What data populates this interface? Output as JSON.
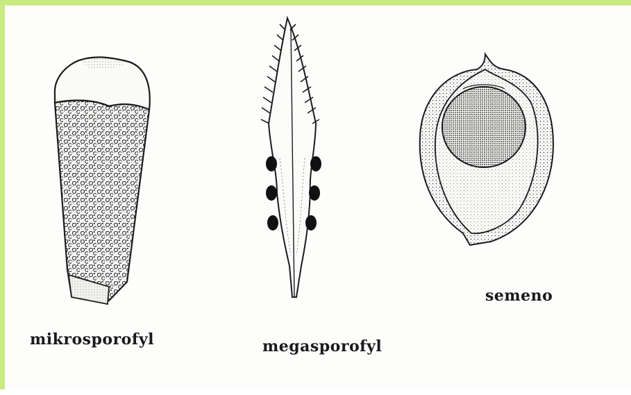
{
  "labels": {
    "microsporophyll": "mikrosporofyl",
    "megasporophyll": "megasporofyl",
    "seed": "semeno"
  },
  "colors": {
    "frame": "#c9ea7f",
    "ink": "#1a1a1a"
  }
}
